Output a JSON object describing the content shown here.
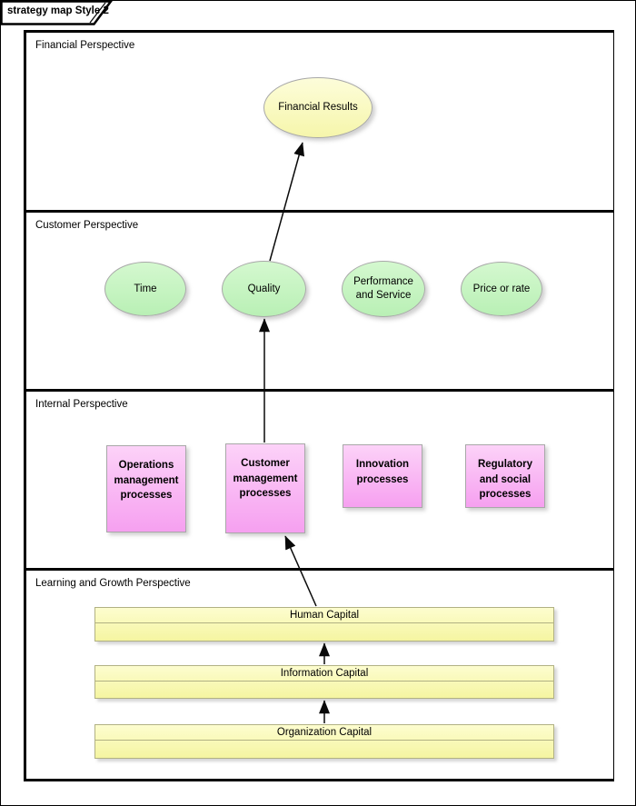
{
  "window": {
    "tab_title": "strategy map Style 2"
  },
  "perspectives": [
    {
      "label": "Financial Perspective"
    },
    {
      "label": "Customer Perspective"
    },
    {
      "label": "Internal Perspective"
    },
    {
      "label": "Learning and Growth Perspective"
    }
  ],
  "nodes": {
    "financial_results": {
      "label": "Financial Results",
      "shape": "ellipse",
      "fill": "#f6f6ab"
    },
    "time": {
      "label": "Time",
      "shape": "ellipse",
      "fill": "#bdf1b9"
    },
    "quality": {
      "label": "Quality",
      "shape": "ellipse",
      "fill": "#bdf1b9"
    },
    "performance_and_service": {
      "label": "Performance and Service",
      "shape": "ellipse",
      "fill": "#bdf1b9"
    },
    "price_or_rate": {
      "label": "Price or rate",
      "shape": "ellipse",
      "fill": "#bdf1b9"
    },
    "operations_management_processes": {
      "label": "Operations management processes",
      "shape": "rectangle",
      "fill": "#f6a0f0"
    },
    "customer_management_processes": {
      "label": "Customer management processes",
      "shape": "rectangle",
      "fill": "#f6a0f0"
    },
    "innovation_processes": {
      "label": "Innovation processes",
      "shape": "rectangle",
      "fill": "#f6a0f0"
    },
    "regulatory_and_social_processes": {
      "label": "Regulatory and social processes",
      "shape": "rectangle",
      "fill": "#f6a0f0"
    },
    "human_capital": {
      "label": "Human Capital",
      "shape": "bar",
      "fill": "#f8f8ab"
    },
    "information_capital": {
      "label": "Information Capital",
      "shape": "bar",
      "fill": "#f8f8ab"
    },
    "organization_capital": {
      "label": "Organization Capital",
      "shape": "bar",
      "fill": "#f8f8ab"
    }
  },
  "edges": [
    {
      "from": "organization_capital",
      "to": "information_capital"
    },
    {
      "from": "information_capital",
      "to": "human_capital"
    },
    {
      "from": "human_capital",
      "to": "customer_management_processes"
    },
    {
      "from": "customer_management_processes",
      "to": "quality"
    },
    {
      "from": "quality",
      "to": "financial_results"
    }
  ],
  "colors": {
    "lane_border": "#000000",
    "node_border": "#a8a8a8",
    "bar_border": "#b1b183",
    "connector": "#0a0a0a"
  }
}
